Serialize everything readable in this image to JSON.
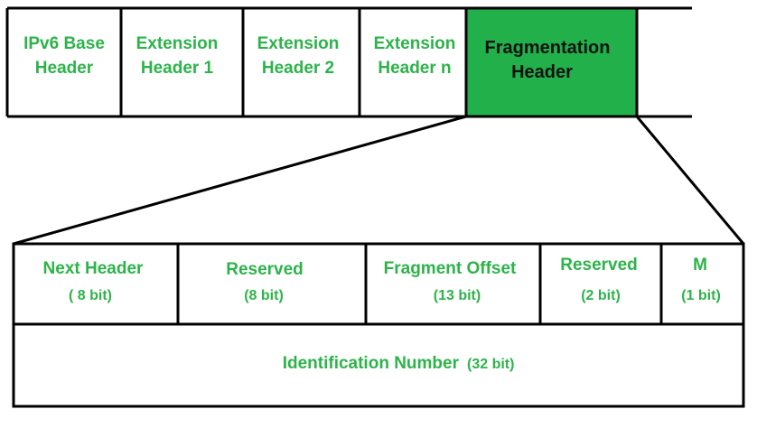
{
  "colors": {
    "label_green": "#2db34a",
    "highlight_fill": "#22b04a",
    "stroke": "#000000"
  },
  "packet": {
    "cells": [
      {
        "line1": "IPv6 Base",
        "line2": "Header"
      },
      {
        "line1": "Extension",
        "line2": "Header 1"
      },
      {
        "line1": "Extension",
        "line2": "Header 2"
      },
      {
        "line1": "Extension",
        "line2": "Header n"
      },
      {
        "line1": "Fragmentation",
        "line2": "Header"
      }
    ]
  },
  "fragment_header": {
    "fields": [
      {
        "name": "Next Header",
        "size": "( 8 bit)"
      },
      {
        "name": "Reserved",
        "size": "(8 bit)"
      },
      {
        "name": "Fragment Offset",
        "size": "(13 bit)"
      },
      {
        "name": "Reserved",
        "size": "(2 bit)"
      },
      {
        "name": "M",
        "size": "(1 bit)"
      }
    ],
    "identification": {
      "name": "Identification Number",
      "size": "(32 bit)"
    }
  }
}
